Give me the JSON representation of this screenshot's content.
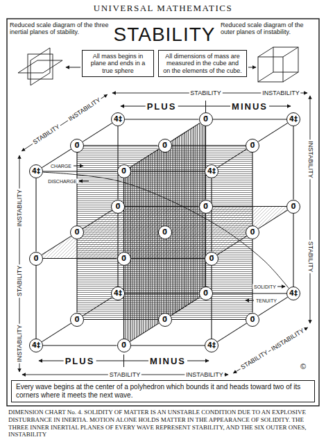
{
  "diagram": {
    "title": "UNIVERSAL MATHEMATICS",
    "caption": "DIMENSION CHART No. 4. SOLIDITY OF MATTER IS AN UNSTABLE CONDITION DUE TO AN EXPLOSIVE DISTURBANCE IN INERTIA. MOTION ALONE HOLDS MATTER IN THE APPEARANCE OF SOLIDITY. THE THREE INNER INERTIAL PLANES OF EVERY WAVE REPRESENT STABILITY, AND THE SIX OUTER ONES, INSTABILITY",
    "nodes": [
      {
        "text": [
          "All mass begins in plane and ends in a true sphere"
        ]
      },
      {
        "text": [
          "All dimensions of mass are measured in the cube and on the elements of the cube."
        ]
      },
      {
        "text": [
          "4‡"
        ]
      },
      {
        "text": [
          "0̄"
        ]
      },
      {
        "text": [
          "4‡"
        ]
      },
      {
        "text": [
          "0̄"
        ]
      },
      {
        "text": [
          "0̄"
        ]
      },
      {
        "text": [
          "0̄"
        ]
      },
      {
        "text": [
          "4‡"
        ]
      },
      {
        "text": [
          "0̄"
        ]
      },
      {
        "text": [
          "4‡"
        ]
      },
      {
        "text": [
          "0̄"
        ]
      },
      {
        "text": [
          "0̄"
        ]
      },
      {
        "text": [
          "0̄"
        ]
      },
      {
        "text": [
          "0̄"
        ]
      },
      {
        "text": [
          "0̄"
        ]
      },
      {
        "text": [
          "0̄"
        ]
      },
      {
        "text": [
          "0̄"
        ]
      },
      {
        "text": [
          "0̄"
        ]
      },
      {
        "text": [
          "0̄"
        ]
      },
      {
        "text": [
          "4‡"
        ]
      },
      {
        "text": [
          "0̄"
        ]
      },
      {
        "text": [
          "4‡"
        ]
      },
      {
        "text": [
          "0̄"
        ]
      },
      {
        "text": [
          "0̄"
        ]
      },
      {
        "text": [
          "0̄"
        ]
      },
      {
        "text": [
          "4‡"
        ]
      },
      {
        "text": [
          "0̄"
        ]
      },
      {
        "text": [
          "4‡"
        ]
      },
      {
        "text": [
          "Every wave begins at the center of a polyhedron which bounds it and heads toward two of its corners where it meets the next wave."
        ]
      }
    ],
    "edges": [
      {
        "from": 8,
        "to": 9,
        "arrow": "none"
      },
      {
        "from": 9,
        "to": 10,
        "arrow": "none"
      },
      {
        "from": 26,
        "to": 27,
        "arrow": "none"
      },
      {
        "from": 27,
        "to": 28,
        "arrow": "none"
      },
      {
        "from": 8,
        "to": 17,
        "arrow": "none"
      },
      {
        "from": 17,
        "to": 26,
        "arrow": "none"
      },
      {
        "from": 10,
        "to": 19,
        "arrow": "none"
      },
      {
        "from": 19,
        "to": 28,
        "arrow": "none"
      },
      {
        "from": 2,
        "to": 3,
        "arrow": "none"
      },
      {
        "from": 3,
        "to": 4,
        "arrow": "none"
      },
      {
        "from": 20,
        "to": 21,
        "arrow": "none"
      },
      {
        "from": 21,
        "to": 22,
        "arrow": "none"
      },
      {
        "from": 2,
        "to": 11,
        "arrow": "none"
      },
      {
        "from": 11,
        "to": 20,
        "arrow": "none"
      },
      {
        "from": 4,
        "to": 13,
        "arrow": "none"
      },
      {
        "from": 13,
        "to": 22,
        "arrow": "none"
      },
      {
        "from": 8,
        "to": 5,
        "arrow": "none"
      },
      {
        "from": 5,
        "to": 2,
        "arrow": "none"
      },
      {
        "from": 10,
        "to": 7,
        "arrow": "none"
      },
      {
        "from": 7,
        "to": 4,
        "arrow": "none"
      },
      {
        "from": 26,
        "to": 23,
        "arrow": "none"
      },
      {
        "from": 23,
        "to": 20,
        "arrow": "none"
      },
      {
        "from": 28,
        "to": 25,
        "arrow": "none"
      },
      {
        "from": 25,
        "to": 22,
        "arrow": "none"
      },
      {
        "from": 5,
        "to": 6,
        "arrow": "none"
      },
      {
        "from": 6,
        "to": 7,
        "arrow": "none"
      },
      {
        "from": 7,
        "to": 16,
        "arrow": "none"
      },
      {
        "from": 16,
        "to": 25,
        "arrow": "none"
      },
      {
        "from": 25,
        "to": 24,
        "arrow": "none"
      },
      {
        "from": 24,
        "to": 23,
        "arrow": "none"
      },
      {
        "from": 23,
        "to": 14,
        "arrow": "none"
      },
      {
        "from": 14,
        "to": 5,
        "arrow": "none"
      },
      {
        "from": 9,
        "to": 6,
        "arrow": "none"
      },
      {
        "from": 6,
        "to": 3,
        "arrow": "none"
      },
      {
        "from": 3,
        "to": 12,
        "arrow": "none"
      },
      {
        "from": 12,
        "to": 21,
        "arrow": "none"
      },
      {
        "from": 21,
        "to": 24,
        "arrow": "none"
      },
      {
        "from": 24,
        "to": 27,
        "arrow": "none"
      },
      {
        "from": 27,
        "to": 18,
        "arrow": "none"
      },
      {
        "from": 18,
        "to": 9,
        "arrow": "none"
      },
      {
        "from": 17,
        "to": 18,
        "arrow": "none"
      },
      {
        "from": 18,
        "to": 19,
        "arrow": "none"
      },
      {
        "from": 19,
        "to": 16,
        "arrow": "none"
      },
      {
        "from": 16,
        "to": 13,
        "arrow": "none"
      },
      {
        "from": 13,
        "to": 12,
        "arrow": "none"
      },
      {
        "from": 12,
        "to": 11,
        "arrow": "none"
      },
      {
        "from": 11,
        "to": 14,
        "arrow": "none"
      },
      {
        "from": 14,
        "to": 17,
        "arrow": "none"
      },
      {
        "from": 8,
        "to": 22,
        "arrow": "none"
      }
    ],
    "labels": [
      "Reduced scale diagram of the three inertial planes of stability.",
      "STABILITY",
      "Reduced scale diagram of the outer planes of instability.",
      "STABILITY",
      "INSTABILITY",
      "PLUS",
      "MINUS",
      "INSTABILITY",
      "STABILITY",
      "INSTABILITY",
      "CHARGE",
      "DISCHARGE",
      "INSTABILITY",
      "STABILITY",
      "STABILITY",
      "SOLIDITY",
      "TENUITY",
      "INSTABILITY",
      "INSTABILITY",
      "STABILITY",
      "PLUS",
      "MINUS",
      "©",
      "STABILITY",
      "INSTABILITY"
    ]
  }
}
